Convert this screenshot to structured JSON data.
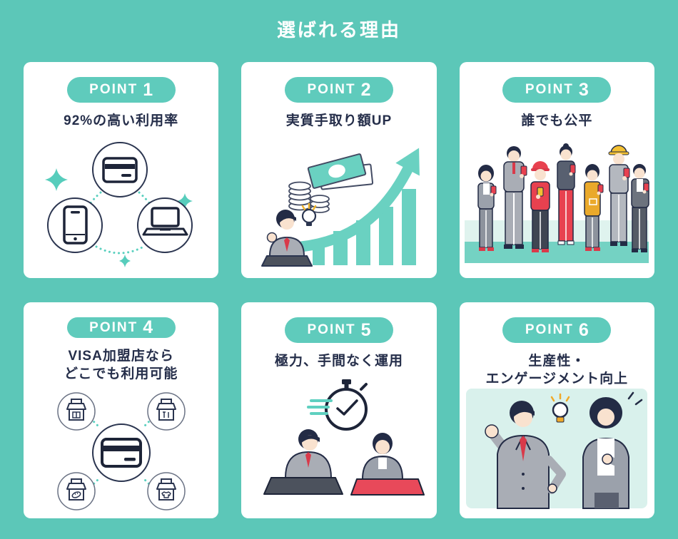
{
  "page": {
    "title": "選ばれる理由",
    "colors": {
      "background": "#5CC7B8",
      "badge": "#5FCBBC",
      "card": "#FFFFFF",
      "heading_text": "#FFFFFF",
      "title_text": "#252E4A",
      "illustration_teal": "#6AD1C1",
      "mint": "#D9F1EC",
      "red": "#E8414F",
      "yellow": "#F0B42D",
      "gray": "#A9ADB5",
      "navy": "#252E4A"
    }
  },
  "cards": [
    {
      "badge_word": "POINT",
      "badge_number": "1",
      "title_lines": [
        "92%の高い利用率"
      ],
      "illustration": "card-phone-laptop-network"
    },
    {
      "badge_word": "POINT",
      "badge_number": "2",
      "title_lines": [
        "実質手取り額UP"
      ],
      "illustration": "rising-bar-chart-money-worker"
    },
    {
      "badge_word": "POINT",
      "badge_number": "3",
      "title_lines": [
        "誰でも公平"
      ],
      "illustration": "diverse-workers-holding-phones"
    },
    {
      "badge_word": "POINT",
      "badge_number": "4",
      "title_lines": [
        "VISA加盟店なら",
        "どこでも利用可能"
      ],
      "illustration": "credit-card-connected-to-shops"
    },
    {
      "badge_word": "POINT",
      "badge_number": "5",
      "title_lines": [
        "極力、手間なく運用"
      ],
      "illustration": "stopwatch-two-workers-at-laptops"
    },
    {
      "badge_word": "POINT",
      "badge_number": "6",
      "title_lines": [
        "生産性・",
        "エンゲージメント向上"
      ],
      "illustration": "two-energized-workers"
    }
  ]
}
